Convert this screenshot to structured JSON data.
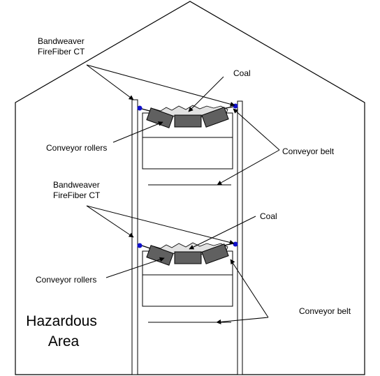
{
  "labels": {
    "ct_upper": [
      "Bandweaver",
      "FireFiber CT"
    ],
    "coal_upper": "Coal",
    "rollers_upper": "Conveyor rollers",
    "belt_upper": "Conveyor belt",
    "ct_lower": [
      "Bandweaver",
      "FireFiber CT"
    ],
    "coal_lower": "Coal",
    "rollers_lower": "Conveyor rollers",
    "belt_lower": "Conveyor belt",
    "hazard": [
      "Hazardous",
      "Area"
    ]
  },
  "colors": {
    "line": "#000000",
    "roller_fill": "#606060",
    "sensor_fill": "#1010cc",
    "coal_fill": "#d8d8d8",
    "background": "#ffffff"
  }
}
